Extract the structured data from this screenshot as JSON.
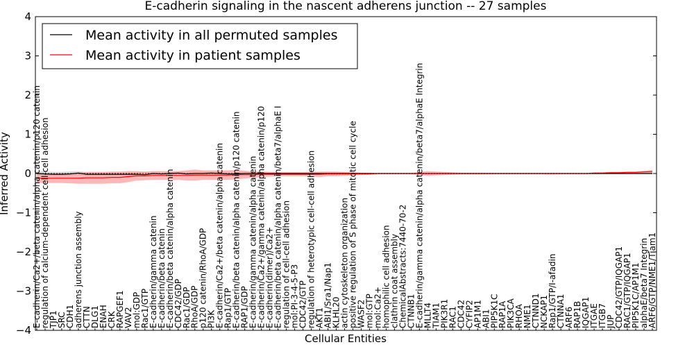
{
  "chart_data": {
    "type": "line",
    "title": "E-cadherin signaling in the nascent adherens junction -- 27 samples",
    "xlabel": "Cellular Entities",
    "ylabel": "Inferred Activity",
    "ylim": [
      -4,
      4
    ],
    "yticks": [
      "4",
      "3",
      "2",
      "1",
      "0",
      "−1",
      "−2",
      "−3",
      "−4"
    ],
    "grid": false,
    "legend_position": "top-left",
    "categories": [
      "E-cadherin/Ca2+/beta catenin/alpha catenin/p120 catenin",
      "regulation of calcium-dependent cell-cell adhesion",
      "TJP1",
      "SRC",
      "CDH1",
      "adherens junction assembly",
      "CTTN",
      "DLG1",
      "ENAH",
      "CRK",
      "RAPGEF1",
      "VAV2",
      "mol:GDP",
      "Rac1/GTP",
      "E-cadherin/gamma catenin",
      "E-cadherin/beta catenin",
      "E-cadherin/beta catenin/alpha catenin",
      "CDC42/GDP",
      "Rac1/GDP",
      "RhoA/GDP",
      "p120 catenin/RhoA/GDP",
      "PI3K",
      "E-cadherin/Ca2+/beta catenin/alpha catenin",
      "Rap1/GTP",
      "E-cadherin/beta catenin/alpha catenin/p120 catenin",
      "RAP1/GDP",
      "E-cadherin/gamma catenin/alpha catenin",
      "E-cadherin/Ca2+/gamma catenin/alpha catenin/p120",
      "E-cadherin(dimer)/Ca2+",
      "E-cadherin/beta catenin/alpha catenin/beta7/alphaE I",
      "regulation of cell-cell adhesion",
      "mol:PI-3-4-5-P3",
      "CDC42/GTP",
      "regulation of heterotypic cell-cell adhesion",
      "AKT1",
      "ABI1/Sra1/Nap1",
      "KLHL20",
      "actin cytoskeleton organization",
      "positive regulation of S phase of mitotic cell cycle",
      "WASF2",
      "mol:GTP",
      "mol:Ca2+",
      "homophilic cell adhesion",
      "clathrin coat assembly",
      "ChemicalAbstracts:7440-70-2",
      "CTNNB1",
      "E-cadherin/gamma catenin/alpha catenin/beta7/alphaE Integrin",
      "MLLT4",
      "TIAM1",
      "PIK3R1",
      "RAC1",
      "CDC42",
      "CYFIP2",
      "AP1M1",
      "ABI1",
      "PIP5K1C",
      "RAP1A",
      "PIK3CA",
      "RHOA",
      "NME1",
      "CTNND1",
      "NCKAP1",
      "Rap1/GTP/I-afadin",
      "CTNNA1",
      "ARF6",
      "RAP1B",
      "IQGAP1",
      "ITGAE",
      "ITGB7",
      "JUP",
      "CDC42/GTP/IQGAP1",
      "RAC1/GTP/IQGAP1",
      "PIP5K1C/AP1M1",
      "alphaE/beta7 Integrin",
      "ARF6/GTP/NME1/Tiam1"
    ],
    "series": [
      {
        "name": "Mean activity in all permuted samples",
        "color": "#000000",
        "band_color": "#bbbbbb",
        "values": [
          0.0,
          -0.01,
          -0.02,
          -0.02,
          -0.01,
          0.01,
          -0.02,
          -0.02,
          -0.02,
          -0.02,
          -0.02,
          -0.02,
          -0.02,
          -0.03,
          0.0,
          -0.01,
          0.0,
          0.01,
          -0.01,
          0.0,
          0.0,
          0.01,
          0.0,
          -0.01,
          -0.01,
          0.0,
          0.0,
          0.0,
          0.0,
          0.0,
          0.0,
          0.0,
          0.0,
          0.0,
          0.0,
          0.0,
          0.0,
          0.0,
          0.0,
          0.0,
          0.0,
          0.0,
          0.0,
          0.0,
          0.0,
          0.0,
          0.0,
          0.0,
          0.0,
          0.0,
          0.0,
          0.0,
          0.0,
          0.0,
          0.0,
          0.0,
          0.0,
          0.0,
          0.0,
          0.0,
          0.0,
          0.0,
          0.0,
          0.0,
          0.0,
          0.0,
          0.0,
          0.0,
          0.0,
          0.0,
          0.0,
          0.0,
          0.0,
          0.0,
          0.0
        ],
        "spread": [
          0.06,
          0.06,
          0.06,
          0.06,
          0.06,
          0.05,
          0.05,
          0.05,
          0.05,
          0.05,
          0.05,
          0.05,
          0.05,
          0.05,
          0.05,
          0.05,
          0.05,
          0.05,
          0.05,
          0.05,
          0.05,
          0.05,
          0.05,
          0.05,
          0.05,
          0.04,
          0.04,
          0.04,
          0.04,
          0.04,
          0.04,
          0.04,
          0.04,
          0.04,
          0.03,
          0.03,
          0.03,
          0.03,
          0.03,
          0.02,
          0.02,
          0.02,
          0.02,
          0.02,
          0.02,
          0.02,
          0.02,
          0.02,
          0.02,
          0.02,
          0.02,
          0.02,
          0.02,
          0.02,
          0.02,
          0.02,
          0.02,
          0.02,
          0.02,
          0.02,
          0.02,
          0.02,
          0.02,
          0.02,
          0.02,
          0.02,
          0.02,
          0.02,
          0.02,
          0.02,
          0.02,
          0.02,
          0.02,
          0.02,
          0.02
        ]
      },
      {
        "name": "Mean activity in patient samples",
        "color": "#ff0000",
        "band_color": "#ff9999",
        "values": [
          -0.12,
          -0.12,
          -0.12,
          -0.12,
          -0.12,
          -0.12,
          -0.11,
          -0.11,
          -0.11,
          -0.1,
          -0.1,
          -0.08,
          -0.06,
          -0.06,
          -0.05,
          -0.05,
          -0.05,
          -0.05,
          -0.05,
          -0.04,
          -0.04,
          -0.04,
          -0.04,
          -0.04,
          -0.03,
          -0.03,
          -0.03,
          -0.02,
          -0.02,
          -0.02,
          -0.02,
          -0.02,
          -0.02,
          -0.02,
          -0.02,
          -0.01,
          -0.01,
          -0.01,
          -0.01,
          -0.01,
          -0.01,
          0.0,
          0.0,
          0.0,
          0.0,
          0.0,
          0.0,
          0.0,
          0.0,
          0.0,
          0.0,
          0.0,
          0.0,
          0.0,
          0.0,
          0.0,
          0.0,
          0.0,
          0.0,
          0.0,
          0.0,
          0.0,
          0.0,
          0.0,
          0.0,
          0.0,
          0.0,
          0.01,
          0.01,
          0.02,
          0.02,
          0.03,
          0.03,
          0.04,
          0.05
        ],
        "spread": [
          0.12,
          0.12,
          0.12,
          0.12,
          0.13,
          0.14,
          0.15,
          0.15,
          0.15,
          0.15,
          0.15,
          0.14,
          0.12,
          0.11,
          0.11,
          0.11,
          0.11,
          0.11,
          0.13,
          0.14,
          0.12,
          0.12,
          0.12,
          0.12,
          0.12,
          0.1,
          0.08,
          0.07,
          0.06,
          0.05,
          0.05,
          0.05,
          0.05,
          0.06,
          0.07,
          0.06,
          0.06,
          0.05,
          0.04,
          0.03,
          0.02,
          0.01,
          0.01,
          0.01,
          0.01,
          0.01,
          0.04,
          0.06,
          0.05,
          0.04,
          0.03,
          0.02,
          0.02,
          0.02,
          0.02,
          0.01,
          0.01,
          0.01,
          0.01,
          0.01,
          0.01,
          0.01,
          0.02,
          0.01,
          0.01,
          0.01,
          0.01,
          0.02,
          0.02,
          0.02,
          0.02,
          0.02,
          0.02,
          0.03,
          0.04
        ]
      }
    ]
  }
}
